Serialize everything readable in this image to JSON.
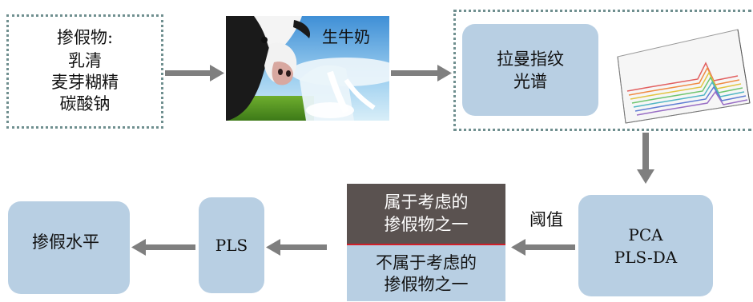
{
  "adulterants": {
    "heading": "掺假物:",
    "items": [
      "乳清",
      "麦芽糊精",
      "碳酸钠"
    ]
  },
  "milk": {
    "label": "生牛奶"
  },
  "raman": {
    "label_line1": "拉曼指纹",
    "label_line2": "光谱"
  },
  "models": {
    "line1": "PCA",
    "line2": "PLS-DA"
  },
  "threshold": {
    "label": "阈值"
  },
  "classification": {
    "top_line1": "属于考虑的",
    "top_line2": "掺假物之一",
    "bottom_line1": "不属于考虑的",
    "bottom_line2": "掺假物之一"
  },
  "pls": {
    "label": "PLS"
  },
  "result": {
    "label": "掺假水平"
  },
  "colors": {
    "box_blue": "#b8cfe3",
    "arrow_gray": "#7f7f7f",
    "dark_block": "#5a5250",
    "divider_red": "#d0202a",
    "dotted_border": "#6f8f8f"
  }
}
